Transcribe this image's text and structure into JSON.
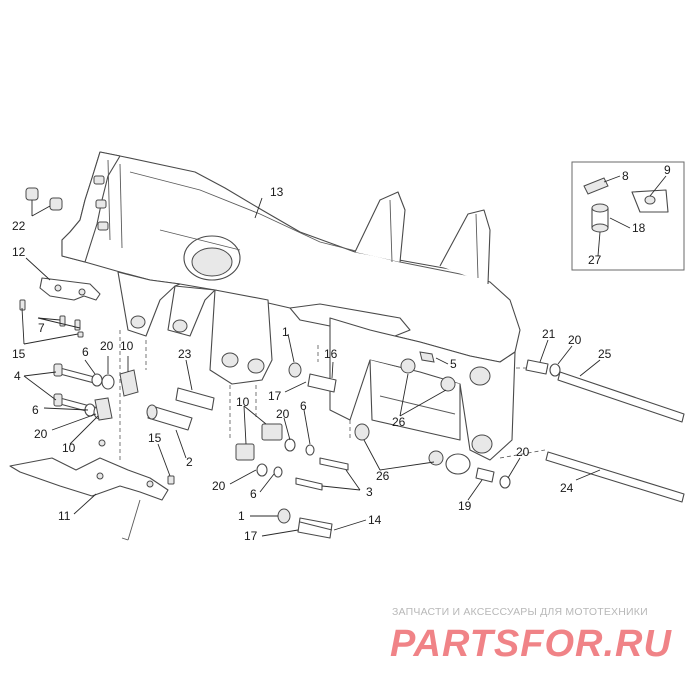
{
  "diagram": {
    "callouts": [
      {
        "id": "c13",
        "text": "13"
      },
      {
        "id": "c22",
        "text": "22"
      },
      {
        "id": "c12",
        "text": "12"
      },
      {
        "id": "c7",
        "text": "7"
      },
      {
        "id": "c15a",
        "text": "15"
      },
      {
        "id": "c4",
        "text": "4"
      },
      {
        "id": "c6a",
        "text": "6"
      },
      {
        "id": "c20a",
        "text": "20"
      },
      {
        "id": "c10a",
        "text": "10"
      },
      {
        "id": "c6b",
        "text": "6"
      },
      {
        "id": "c20b",
        "text": "20"
      },
      {
        "id": "c10b",
        "text": "10"
      },
      {
        "id": "c23",
        "text": "23"
      },
      {
        "id": "c15b",
        "text": "15"
      },
      {
        "id": "c2",
        "text": "2"
      },
      {
        "id": "c11",
        "text": "11"
      },
      {
        "id": "c1a",
        "text": "1"
      },
      {
        "id": "c16",
        "text": "16"
      },
      {
        "id": "c17a",
        "text": "17"
      },
      {
        "id": "c10c",
        "text": "10"
      },
      {
        "id": "c20c",
        "text": "20"
      },
      {
        "id": "c6c",
        "text": "6"
      },
      {
        "id": "c20d",
        "text": "20"
      },
      {
        "id": "c6d",
        "text": "6"
      },
      {
        "id": "c3",
        "text": "3"
      },
      {
        "id": "c1b",
        "text": "1"
      },
      {
        "id": "c17b",
        "text": "17"
      },
      {
        "id": "c14",
        "text": "14"
      },
      {
        "id": "c5",
        "text": "5"
      },
      {
        "id": "c26a",
        "text": "26"
      },
      {
        "id": "c26b",
        "text": "26"
      },
      {
        "id": "c21",
        "text": "21"
      },
      {
        "id": "c20e",
        "text": "20"
      },
      {
        "id": "c25",
        "text": "25"
      },
      {
        "id": "c20f",
        "text": "20"
      },
      {
        "id": "c19",
        "text": "19"
      },
      {
        "id": "c24",
        "text": "24"
      },
      {
        "id": "c8",
        "text": "8"
      },
      {
        "id": "c9",
        "text": "9"
      },
      {
        "id": "c18",
        "text": "18"
      },
      {
        "id": "c27",
        "text": "27"
      }
    ]
  },
  "watermark": {
    "tagline": "ЗАПЧАСТИ И АКСЕССУАРЫ ДЛЯ МОТОТЕХНИКИ",
    "logo_text": "PARTSFOR.RU",
    "color": "#e31e24"
  }
}
